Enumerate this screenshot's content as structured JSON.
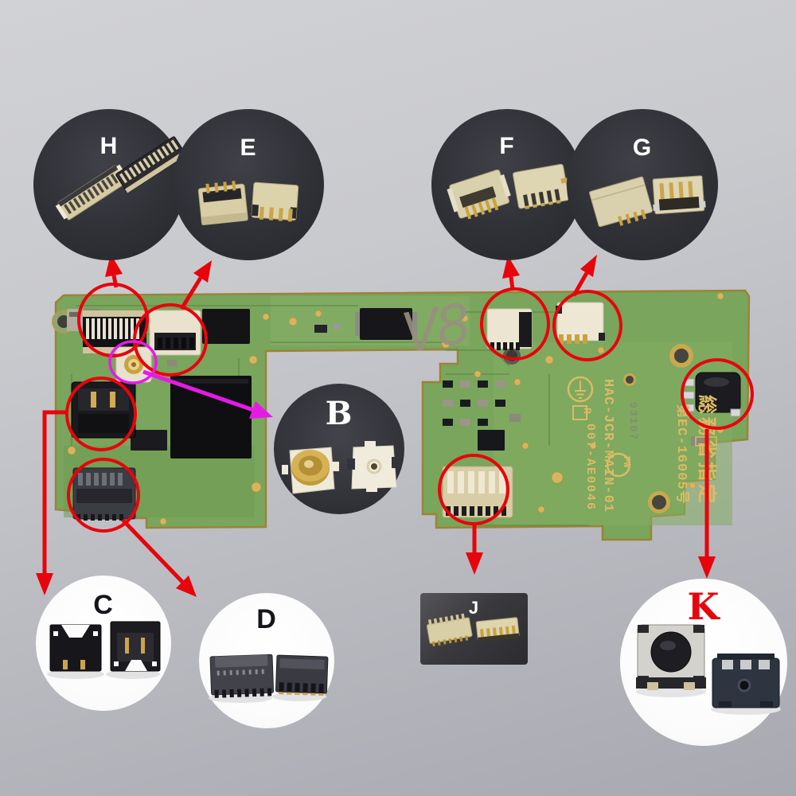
{
  "colors": {
    "annotation_red": "#e8040c",
    "annotation_magenta": "#e61ae6",
    "pcb_green": "#79a55c",
    "silkscreen_gold": "#dcbb64",
    "bubble_dark": "#2e2f34",
    "bubble_white": "#fdfdfd"
  },
  "callouts": [
    {
      "label": "H",
      "kind": "fpc-connector-pair-large"
    },
    {
      "label": "E",
      "kind": "fpc-connector-pair-4pin"
    },
    {
      "label": "F",
      "kind": "fpc-connector-pair-5pin"
    },
    {
      "label": "G",
      "kind": "fpc-connector-pair-flat"
    },
    {
      "label": "B",
      "kind": "coaxial-antenna-socket-pair"
    },
    {
      "label": "C",
      "kind": "battery-connector-pair"
    },
    {
      "label": "D",
      "kind": "fpc-socket-pair-dark"
    },
    {
      "label": "J",
      "kind": "fpc-connector-pair-small"
    },
    {
      "label": "K",
      "kind": "tactile-switch-pair"
    }
  ],
  "pcb": {
    "handwriting": "V8",
    "silkscreen": {
      "model": "HAC-JCR-MAIN-01",
      "reg_mark": "R",
      "reg_number": "007-AE0046",
      "lot": "93107",
      "pw": "PW",
      "cert_agency": "総務省指定",
      "cert_number": "第EC-16005号"
    }
  }
}
